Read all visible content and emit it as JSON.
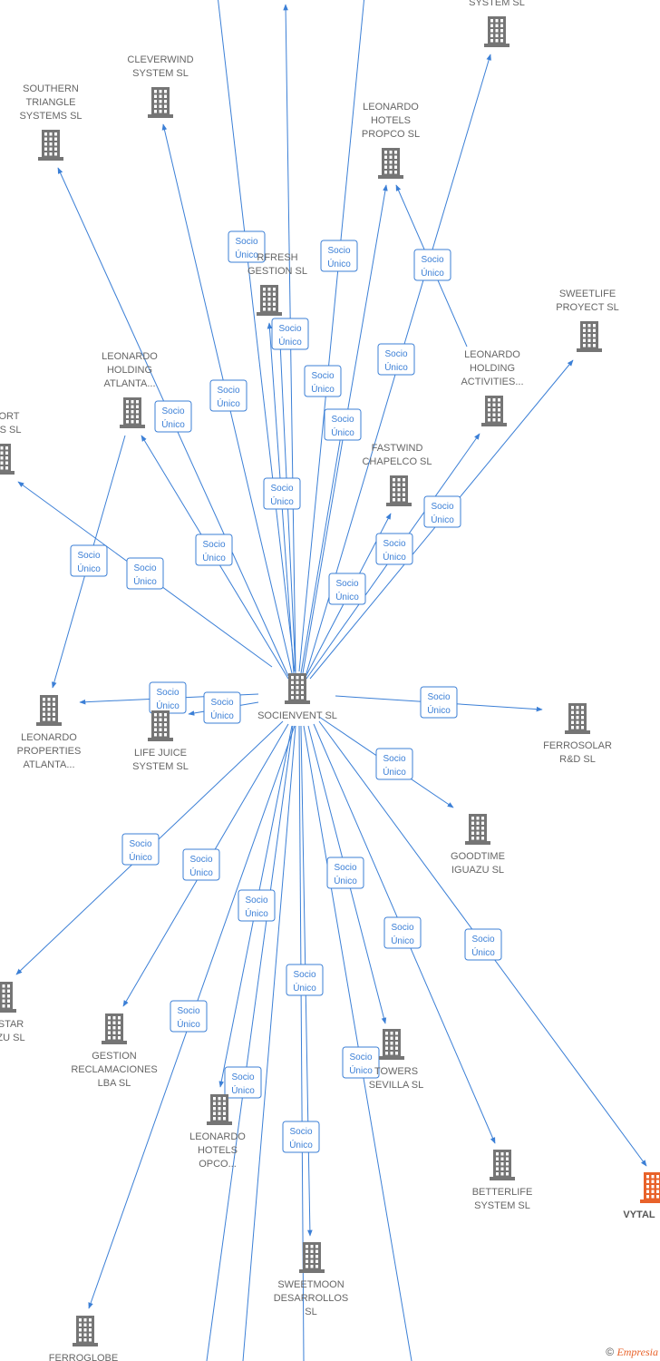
{
  "center": {
    "id": "socienvent",
    "label": [
      "SOCIENVENT SL"
    ]
  },
  "edge_label": [
    "Socio",
    "Único"
  ],
  "highlight_color": "#e8622a",
  "edge_color": "#3b7fd6",
  "node_color": "#757575",
  "nodes": [
    {
      "id": "system-top",
      "label": [
        "SYSTEM  SL"
      ]
    },
    {
      "id": "cleverwind",
      "label": [
        "CLEVERWIND",
        "SYSTEM  SL"
      ]
    },
    {
      "id": "southern-triangle",
      "label": [
        "SOUTHERN",
        "TRIANGLE",
        "SYSTEMS  SL"
      ]
    },
    {
      "id": "leonardo-hotels-propco",
      "label": [
        "LEONARDO",
        "HOTELS",
        "PROPCO  SL"
      ]
    },
    {
      "id": "rfresh-gestion",
      "label": [
        "RFRESH",
        "GESTION  SL"
      ]
    },
    {
      "id": "sweetlife-proyect",
      "label": [
        "SWEETLIFE",
        "PROYECT  SL"
      ]
    },
    {
      "id": "leonardo-holding-atlanta",
      "label": [
        "LEONARDO",
        "HOLDING",
        "ATLANTA..."
      ]
    },
    {
      "id": "leonardo-holding-activities",
      "label": [
        "LEONARDO",
        "HOLDING",
        "ACTIVITIES..."
      ]
    },
    {
      "id": "ort-s",
      "label": [
        "ORT",
        "IS  SL"
      ]
    },
    {
      "id": "fastwind-chapelco",
      "label": [
        "FASTWIND",
        "CHAPELCO  SL"
      ]
    },
    {
      "id": "leonardo-properties-atlanta",
      "label": [
        "LEONARDO",
        "PROPERTIES",
        "ATLANTA..."
      ]
    },
    {
      "id": "life-juice",
      "label": [
        "LIFE JUICE",
        "SYSTEM  SL"
      ]
    },
    {
      "id": "ferrosolar",
      "label": [
        "FERROSOLAR",
        "R&D  SL"
      ]
    },
    {
      "id": "goodtime-iguazu",
      "label": [
        "GOODTIME",
        "IGUAZU  SL"
      ]
    },
    {
      "id": "star-uzu",
      "label": [
        "STAR",
        "ZU SL"
      ]
    },
    {
      "id": "gestion-reclamaciones",
      "label": [
        "GESTION",
        "RECLAMACIONES",
        "LBA  SL"
      ]
    },
    {
      "id": "towers-sevilla",
      "label": [
        "TOWERS",
        "SEVILLA  SL"
      ]
    },
    {
      "id": "leonardo-hotels-opco",
      "label": [
        "LEONARDO",
        "HOTELS",
        "OPCO..."
      ]
    },
    {
      "id": "betterlife",
      "label": [
        "BETTERLIFE",
        "SYSTEM  SL"
      ]
    },
    {
      "id": "vytal",
      "label": [
        "VYTAL"
      ]
    },
    {
      "id": "sweetmoon",
      "label": [
        "SWEETMOON",
        "DESARROLLOS",
        "SL"
      ]
    },
    {
      "id": "ferroglobe",
      "label": [
        "FERROGLOBE"
      ]
    }
  ],
  "footer": {
    "copyright": "©",
    "brand": "Empresia"
  }
}
